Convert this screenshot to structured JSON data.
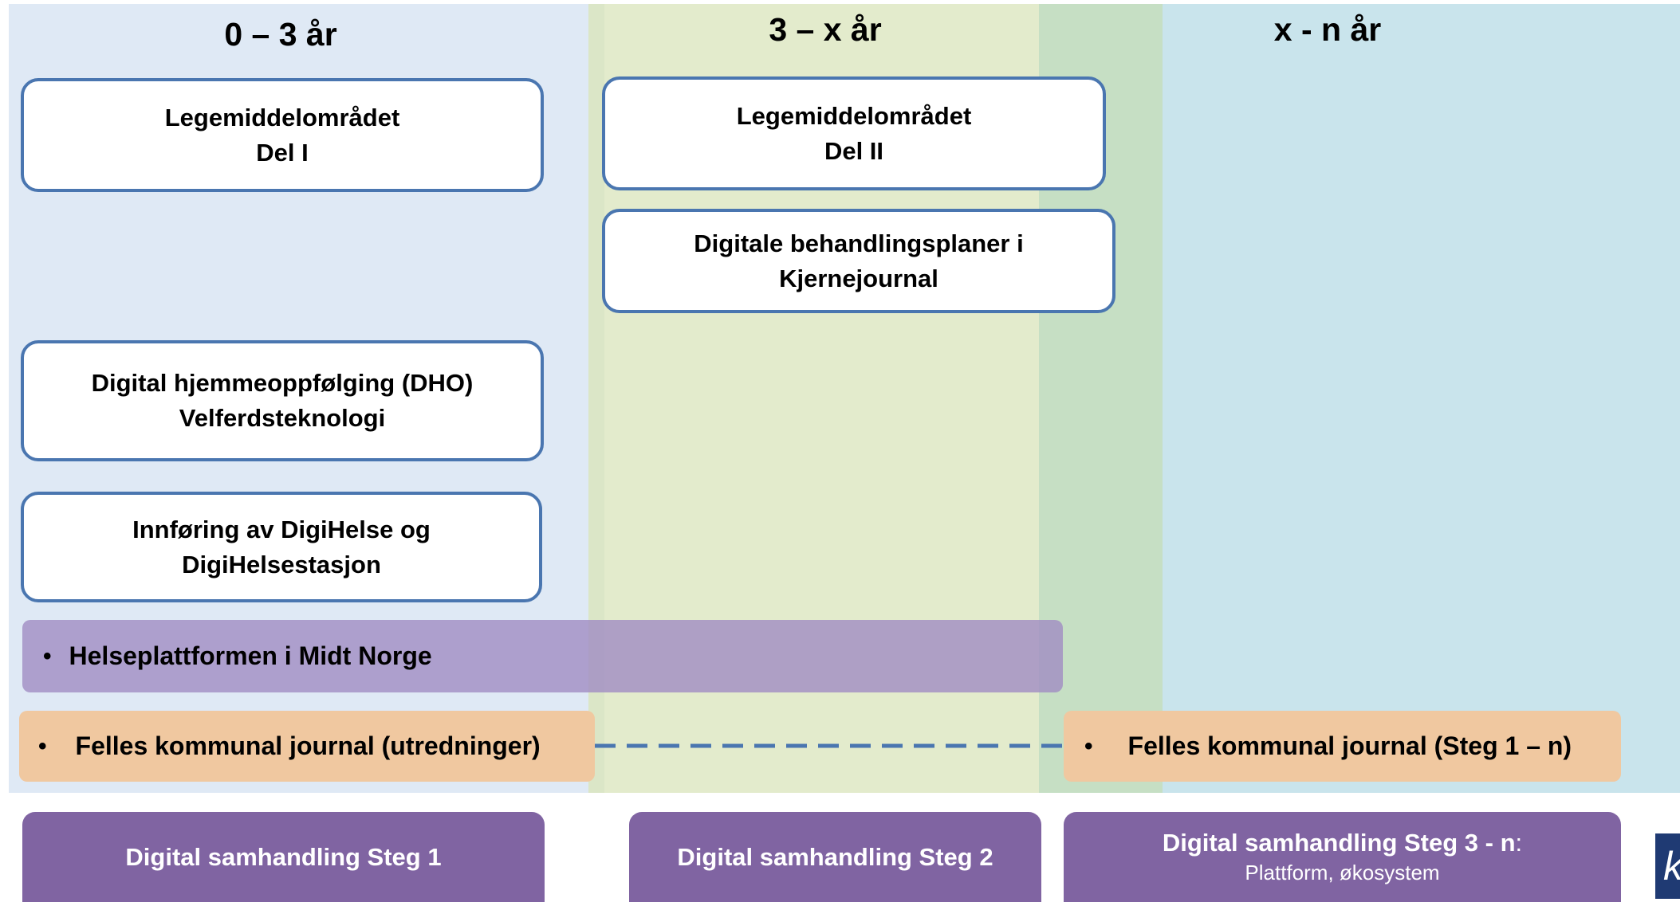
{
  "columns": [
    {
      "title": "0 – 3 år"
    },
    {
      "title": "3 – x år"
    },
    {
      "title": "x - n år"
    }
  ],
  "boxes": {
    "legemiddel_1": {
      "line1": "Legemiddelområdet",
      "line2": "Del I"
    },
    "legemiddel_2": {
      "line1": "Legemiddelområdet",
      "line2": "Del II"
    },
    "behandlingsplaner": {
      "line1": "Digitale behandlingsplaner i",
      "line2": "Kjernejournal"
    },
    "dho": {
      "line1": "Digital hjemmeoppfølging (DHO)",
      "line2": "Velferdsteknologi"
    },
    "digihelse": {
      "line1": "Innføring av DigiHelse og",
      "line2": "DigiHelsestasjon"
    }
  },
  "bars": {
    "bullet": "•",
    "helseplattformen": "Helseplattformen i Midt Norge",
    "fkj_utredninger": "Felles kommunal journal  (utredninger)",
    "fkj_steg": "Felles kommunal journal  (Steg 1 – n)"
  },
  "steps": {
    "steg1": "Digital samhandling Steg 1",
    "steg2": "Digital samhandling Steg 2",
    "steg3_main": "Digital samhandling Steg 3 - n",
    "steg3_colon": ":",
    "steg3_sub": "Plattform, økosystem"
  },
  "logo": {
    "text": "k"
  },
  "colors": {
    "col1_bg": "#dfe9f5",
    "col2_bg": "#e3ebcc",
    "col3_bg": "#c9e4ec",
    "overlap_green": "#c6dfc4",
    "box_border": "#4a76b0",
    "purple_bar": "#b1a0cc",
    "orange_bar": "#f0c8a0",
    "step_purple": "#8064a2",
    "dash_blue": "#4a76b0"
  }
}
